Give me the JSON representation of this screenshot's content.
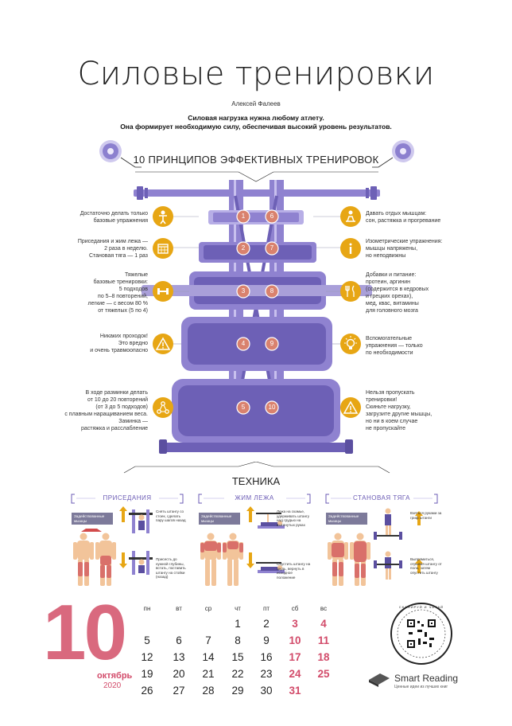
{
  "header": {
    "title": "Силовые тренировки",
    "author": "Алексей Фалеев",
    "subtitle_line1": "Силовая нагрузка нужна любому атлету.",
    "subtitle_line2": "Она формирует необходимую силу, обеспечивая высокий уровень результатов."
  },
  "principles": {
    "title": "10 ПРИНЦИПОВ ЭФФЕКТИВНЫХ ТРЕНИРОВОК",
    "colors": {
      "accent": "#e7a614",
      "purple": "#7b6fbf",
      "dark_purple": "#5b4fa0",
      "light_purple": "#a99fd9",
      "badge": "#d9826e"
    },
    "left": [
      {
        "num": "1",
        "icon": "person-icon",
        "lines": [
          "Достаточно делать только",
          "базовые упражнения"
        ]
      },
      {
        "num": "2",
        "icon": "calendar-icon",
        "lines": [
          "Приседания и жим лежа —",
          "2 раза в неделю.",
          "Становая тяга — 1 раз"
        ]
      },
      {
        "num": "3",
        "icon": "dumbbell-icon",
        "lines": [
          "Тяжелые",
          "базовые тренировки:",
          "5 подходов",
          "по 5–8 повторений,",
          "легкие — с весом 80 %",
          "от тяжелых (5 по 4)"
        ]
      },
      {
        "num": "4",
        "icon": "warning-icon",
        "lines": [
          "Никаких проходок!",
          "Это вредно",
          "и очень травмоопасно"
        ]
      },
      {
        "num": "5",
        "icon": "network-icon",
        "lines": [
          "В ходе разминки делать",
          "от 10 до 20 повторений",
          "(от 3 до 5 подходов)",
          "с плавным наращиванием веса.",
          "Заминка —",
          "растяжка и расслабление"
        ]
      }
    ],
    "right": [
      {
        "num": "6",
        "icon": "rest-icon",
        "lines": [
          "Давать отдых мышцам:",
          "сон, растяжка и прогревание"
        ]
      },
      {
        "num": "7",
        "icon": "info-icon",
        "lines": [
          "Изометрические упражнения:",
          "мышцы напряжены,",
          "но неподвижны"
        ]
      },
      {
        "num": "8",
        "icon": "food-icon",
        "lines": [
          "Добавки и питание:",
          "протеин, аргинин",
          "(содержится в кедровых",
          "и грецких орехах),",
          "мед, квас, витамины",
          "для головного мозга"
        ]
      },
      {
        "num": "9",
        "icon": "lightbulb-icon",
        "lines": [
          "Вспомогательные",
          "упражнения — только",
          "по необходимости"
        ]
      },
      {
        "num": "10",
        "icon": "warning-icon",
        "lines": [
          "Нельзя пропускать",
          "тренировки!",
          "Скиньте нагрузку,",
          "загрузите другие мышцы,",
          "но ни в коем случае",
          "не пропускайте"
        ]
      }
    ]
  },
  "technique": {
    "title": "ТЕХНИКА",
    "muscles_label": "Задействованные мышцы",
    "exercises": [
      {
        "title": "ПРИСЕДАНИЯ",
        "step1": "Снять штангу со стоек, сделать пару шагов назад",
        "step2": "Присесть до нужной глубины, встать, поставить штангу на стойки (назад)"
      },
      {
        "title": "ЖИМ ЛЕЖА",
        "step1": "Лежа на скамье, удерживать штангу над грудью на вытянутых руках",
        "step2": "Опустить штангу на грудь, вернуть в исходное положение"
      },
      {
        "title": "СТАНОВАЯ ТЯГА",
        "step1": "Взяться руками за гриф штанги",
        "step2": "Выпрямиться, отрывая штангу от пола, затем опустить штангу"
      }
    ]
  },
  "calendar": {
    "month_number": "10",
    "month_name": "октябрь",
    "year": "2020",
    "weekdays": [
      "пн",
      "вт",
      "ср",
      "чт",
      "пт",
      "сб",
      "вс"
    ],
    "weekend_color": "#d24b6a",
    "weeks": [
      [
        "",
        "",
        "",
        "1",
        "2",
        "3",
        "4"
      ],
      [
        "5",
        "6",
        "7",
        "8",
        "9",
        "10",
        "11"
      ],
      [
        "12",
        "13",
        "14",
        "15",
        "16",
        "17",
        "18"
      ],
      [
        "19",
        "20",
        "21",
        "22",
        "23",
        "24",
        "25"
      ],
      [
        "26",
        "27",
        "28",
        "29",
        "30",
        "31",
        ""
      ]
    ]
  },
  "brand": {
    "qr_caption": "СКАНИРУЙ И ЧИТАЙ",
    "name": "Smart Reading",
    "tagline": "Ценные идеи из лучших книг"
  }
}
